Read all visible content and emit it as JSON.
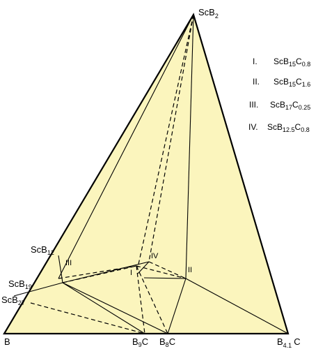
{
  "diagram": {
    "vertices": {
      "top": {
        "base": "ScB",
        "sub": "2",
        "rest": ""
      },
      "left": {
        "base": "B",
        "sub": "",
        "rest": ""
      },
      "right": {
        "base": "B",
        "sub": "4.1",
        "rest": "C"
      }
    },
    "edge_labels": {
      "scb12": {
        "base": "ScB",
        "sub": "12"
      },
      "scb19": {
        "base": "ScB",
        "sub": "19"
      },
      "scb27": {
        "base": "ScB",
        "sub": "27"
      },
      "b9c": {
        "base": "B",
        "sub": "9",
        "rest": "C"
      },
      "b8c": {
        "base": "B",
        "sub": "8",
        "rest": "C"
      }
    },
    "phase_labels": [
      "I",
      "II",
      "III",
      "IV"
    ],
    "legend": [
      {
        "num": "I.",
        "parts": [
          [
            "ScB",
            "15"
          ],
          [
            "C",
            "0.8"
          ]
        ]
      },
      {
        "num": "II.",
        "parts": [
          [
            "ScB",
            "15"
          ],
          [
            "C",
            "1.6"
          ]
        ]
      },
      {
        "num": "III.",
        "parts": [
          [
            "ScB",
            "17"
          ],
          [
            "C",
            "0.25"
          ]
        ]
      },
      {
        "num": "IV.",
        "parts": [
          [
            "ScB",
            "12.5"
          ],
          [
            "C",
            "0.8"
          ]
        ]
      }
    ],
    "colors": {
      "fill": "#fbf5bd",
      "line": "#000000"
    }
  }
}
